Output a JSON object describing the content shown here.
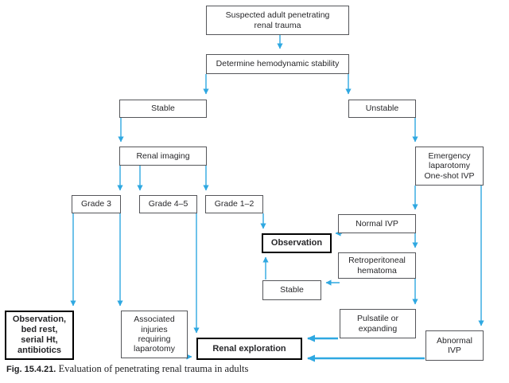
{
  "colors": {
    "arrow_blue": "#2fa8e1",
    "box_border": "#55565a",
    "bold_border": "#000000",
    "text_color": "#27272a"
  },
  "caption": {
    "label": "Fig. 15.4.21.",
    "text": "Evaluation of penetrating renal trauma in adults"
  },
  "nodes": {
    "suspected_trauma": {
      "label": "Suspected adult penetrating\nrenal trauma"
    },
    "determine_stability": {
      "label": "Determine hemodynamic stability"
    },
    "stable": {
      "label": "Stable"
    },
    "unstable": {
      "label": "Unstable"
    },
    "renal_imaging": {
      "label": "Renal imaging"
    },
    "emergency_laparotomy": {
      "label": "Emergency\nlaparotomy\nOne-shot IVP"
    },
    "grade_3": {
      "label": "Grade 3"
    },
    "grade_4_5": {
      "label": "Grade 4–5"
    },
    "grade_1_2": {
      "label": "Grade 1–2"
    },
    "normal_ivp": {
      "label": "Normal IVP"
    },
    "observation": {
      "label": "Observation"
    },
    "retroperitoneal_hematoma": {
      "label": "Retroperitoneal\nhematoma"
    },
    "stable_2": {
      "label": "Stable"
    },
    "pulsatile_expanding": {
      "label": "Pulsatile or\nexpanding"
    },
    "observation_bed_rest": {
      "label": "Observation,\nbed rest,\nserial Ht,\nantibiotics"
    },
    "associated_injuries": {
      "label": "Associated\ninjuries\nrequiring\nlaparotomy"
    },
    "renal_exploration": {
      "label": "Renal exploration"
    },
    "abnormal_ivp": {
      "label": "Abnormal\nIVP"
    }
  },
  "edges": [
    {
      "from": "suspected_trauma",
      "to": "determine_stability"
    },
    {
      "from": "determine_stability",
      "to": "stable"
    },
    {
      "from": "determine_stability",
      "to": "unstable"
    },
    {
      "from": "stable",
      "to": "renal_imaging"
    },
    {
      "from": "unstable",
      "to": "emergency_laparotomy"
    },
    {
      "from": "renal_imaging",
      "to": "grade_3"
    },
    {
      "from": "renal_imaging",
      "to": "grade_4_5"
    },
    {
      "from": "renal_imaging",
      "to": "grade_1_2"
    },
    {
      "from": "grade_3",
      "to": "observation_bed_rest"
    },
    {
      "from": "grade_3",
      "to": "associated_injuries"
    },
    {
      "from": "grade_4_5",
      "to": "renal_exploration"
    },
    {
      "from": "grade_1_2",
      "to": "observation"
    },
    {
      "from": "emergency_laparotomy",
      "to": "normal_ivp"
    },
    {
      "from": "emergency_laparotomy",
      "to": "abnormal_ivp"
    },
    {
      "from": "normal_ivp",
      "to": "observation"
    },
    {
      "from": "normal_ivp",
      "to": "retroperitoneal_hematoma"
    },
    {
      "from": "retroperitoneal_hematoma",
      "to": "stable_2"
    },
    {
      "from": "retroperitoneal_hematoma",
      "to": "pulsatile_expanding"
    },
    {
      "from": "stable_2",
      "to": "observation"
    },
    {
      "from": "pulsatile_expanding",
      "to": "renal_exploration"
    },
    {
      "from": "abnormal_ivp",
      "to": "renal_exploration"
    },
    {
      "from": "associated_injuries",
      "to": "renal_exploration"
    }
  ]
}
